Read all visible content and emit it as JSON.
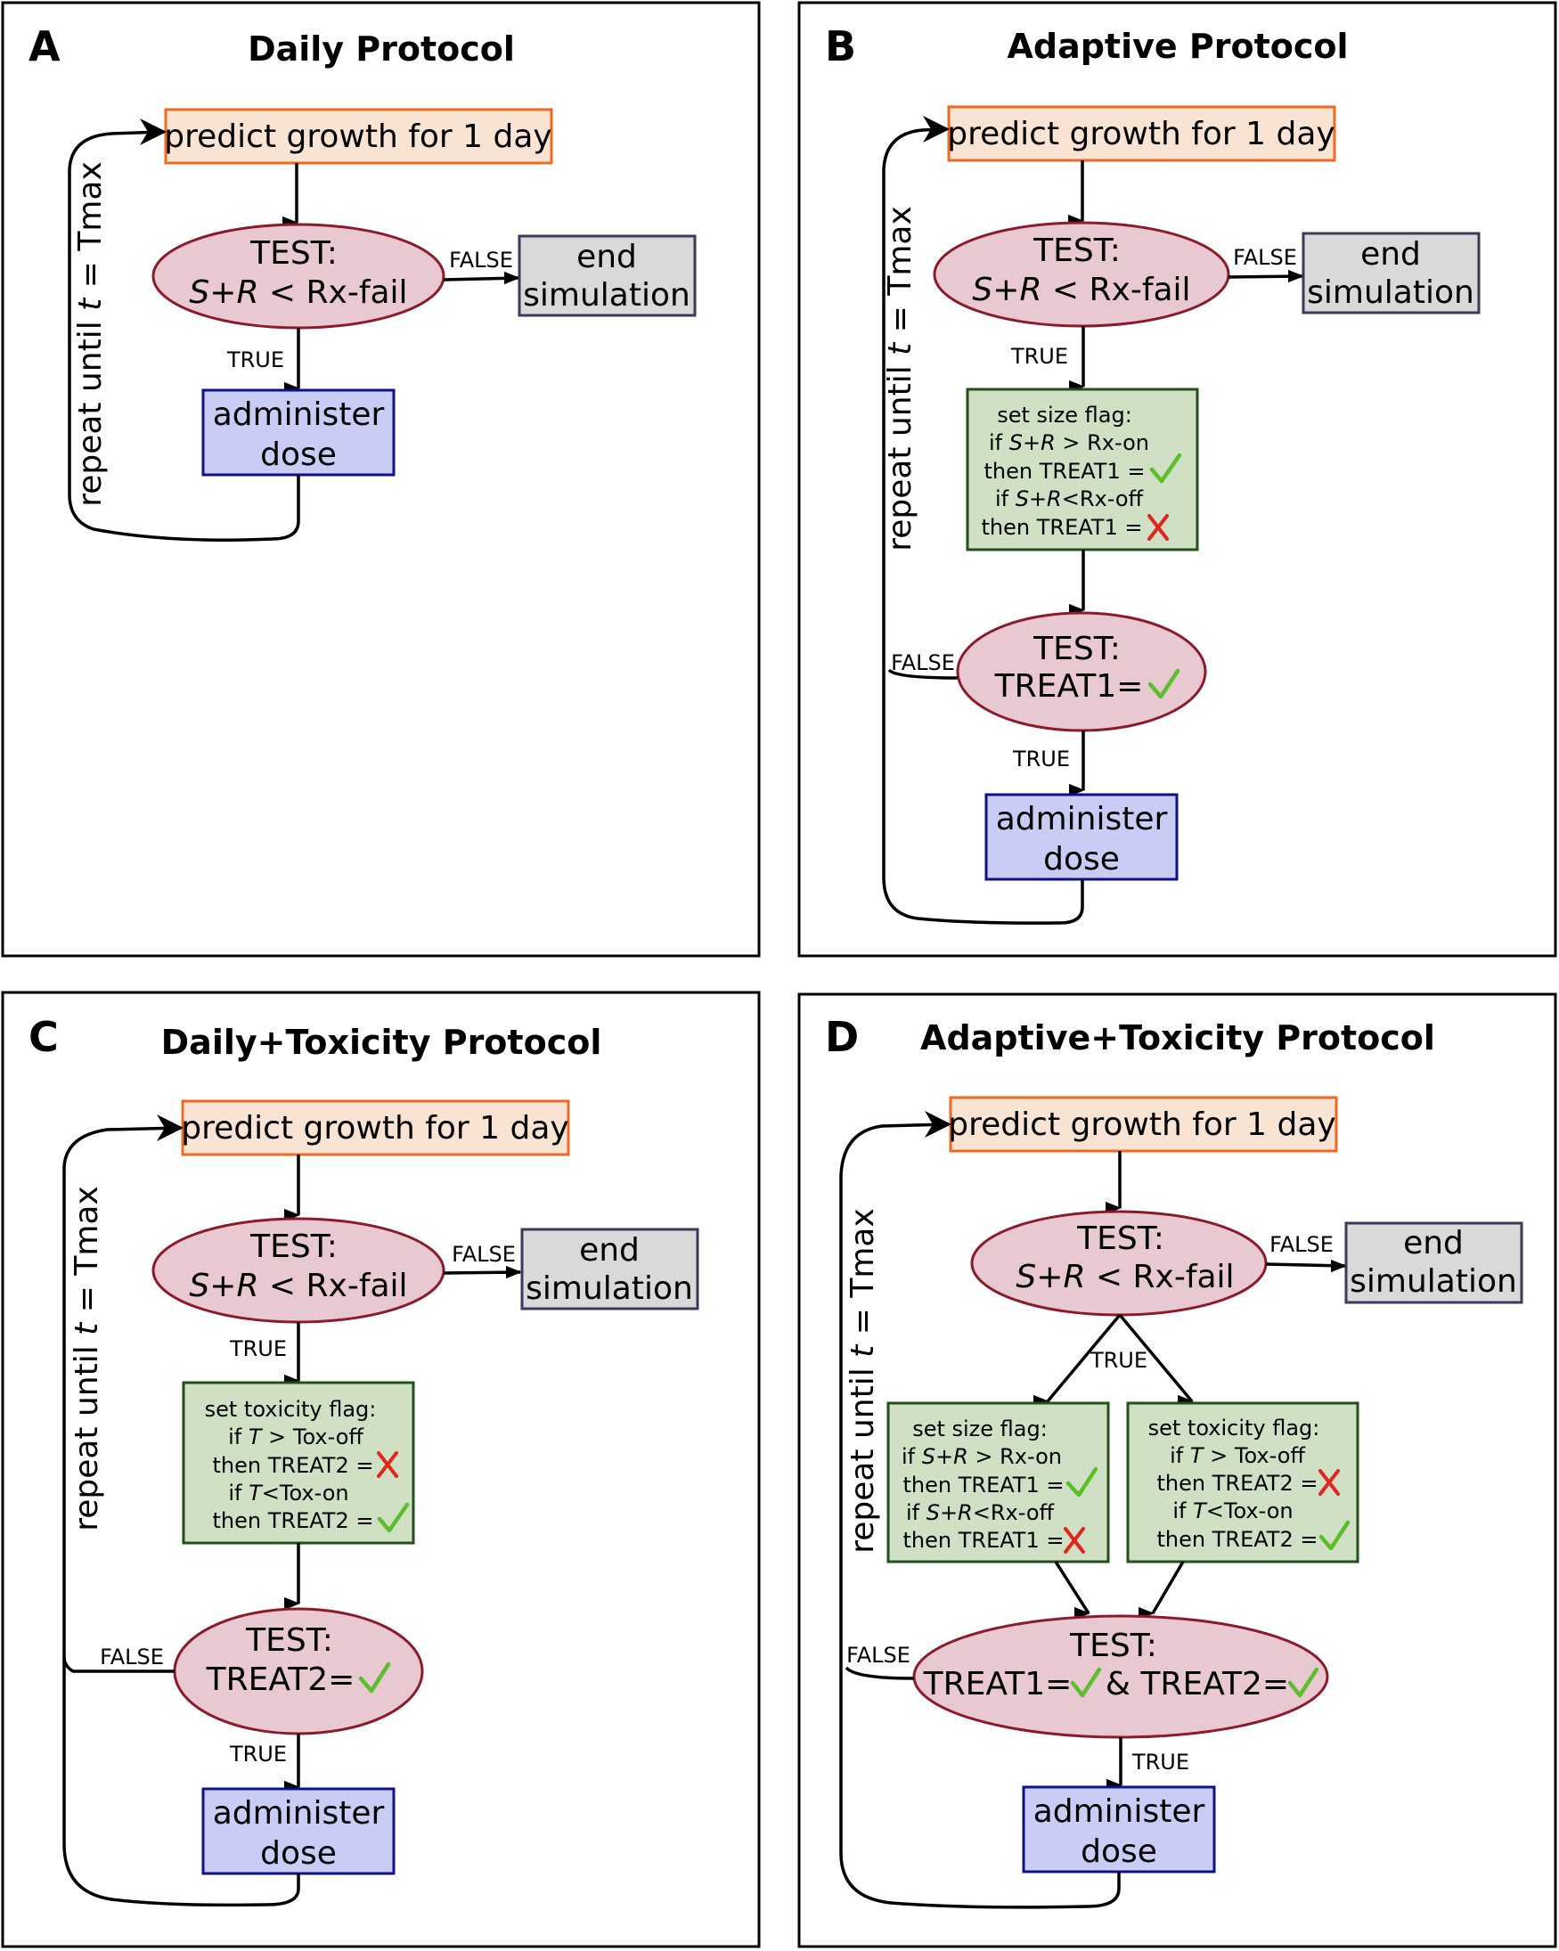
{
  "panels": {
    "a": {
      "letter": "A",
      "title": "Daily Protocol",
      "predict": "predict growth for 1 day",
      "test1_l1": "TEST:",
      "test1_sr": "S+R",
      "test1_rest": " < Rx-fail",
      "false1": "FALSE",
      "end_l1": "end",
      "end_l2": "simulation",
      "true1": "TRUE",
      "dose_l1": "administer",
      "dose_l2": "dose",
      "repeat": "repeat until",
      "repeat_t": "t",
      "repeat_tail": " = Tmax"
    },
    "b": {
      "letter": "B",
      "title": "Adaptive Protocol",
      "predict": "predict growth for 1 day",
      "test1_l1": "TEST:",
      "test1_sr": "S+R",
      "test1_rest": " < Rx-fail",
      "false1": "FALSE",
      "end_l1": "end",
      "end_l2": "simulation",
      "true1": "TRUE",
      "flag_title": "set size flag:",
      "flag_if1_pre": "if ",
      "flag_if1_sr": "S+R",
      "flag_if1_rest": " > Rx-on",
      "flag_then1": "then TREAT1 =",
      "flag_if2_pre": "if ",
      "flag_if2_sr": "S+R",
      "flag_if2_rest": "<Rx-off",
      "flag_then2": "then TREAT1 =",
      "test2_l1": "TEST:",
      "test2_l2": "TREAT1=",
      "false2": "FALSE",
      "true2": "TRUE",
      "dose_l1": "administer",
      "dose_l2": "dose",
      "repeat": "repeat until",
      "repeat_t": "t",
      "repeat_tail": " = Tmax"
    },
    "c": {
      "letter": "C",
      "title": "Daily+Toxicity Protocol",
      "predict": "predict growth for 1 day",
      "test1_l1": "TEST:",
      "test1_sr": "S+R",
      "test1_rest": " < Rx-fail",
      "false1": "FALSE",
      "end_l1": "end",
      "end_l2": "simulation",
      "true1": "TRUE",
      "flag_title": "set toxicity flag:",
      "flag_if1_pre": "if ",
      "flag_if1_t": "T",
      "flag_if1_rest": " > Tox-off",
      "flag_then1": "then TREAT2 =",
      "flag_if2_pre": "if ",
      "flag_if2_t": "T",
      "flag_if2_rest": "<Tox-on",
      "flag_then2": "then TREAT2 =",
      "test2_l1": "TEST:",
      "test2_l2": "TREAT2=",
      "false2": "FALSE",
      "true2": "TRUE",
      "dose_l1": "administer",
      "dose_l2": "dose",
      "repeat": "repeat until",
      "repeat_t": "t",
      "repeat_tail": " = Tmax"
    },
    "d": {
      "letter": "D",
      "title": "Adaptive+Toxicity Protocol",
      "predict": "predict growth for 1 day",
      "test1_l1": "TEST:",
      "test1_sr": "S+R",
      "test1_rest": " < Rx-fail",
      "false1": "FALSE",
      "end_l1": "end",
      "end_l2": "simulation",
      "true1": "TRUE",
      "size_title": "set size flag:",
      "size_if1_pre": "if ",
      "size_if1_sr": "S+R",
      "size_if1_rest": " > Rx-on",
      "size_then1": "then TREAT1 =",
      "size_if2_pre": "if ",
      "size_if2_sr": "S+R",
      "size_if2_rest": "<Rx-off",
      "size_then2": "then TREAT1 =",
      "tox_title": "set toxicity flag:",
      "tox_if1_pre": "if ",
      "tox_if1_t": "T",
      "tox_if1_rest": " > Tox-off",
      "tox_then1": "then TREAT2 =",
      "tox_if2_pre": "if ",
      "tox_if2_t": "T",
      "tox_if2_rest": "<Tox-on",
      "tox_then2": "then TREAT2 =",
      "test2_l1": "TEST:",
      "test2_a": "TREAT1=",
      "test2_b": "& TREAT2=",
      "false2": "FALSE",
      "true2": "TRUE",
      "dose_l1": "administer",
      "dose_l2": "dose",
      "repeat": "repeat until",
      "repeat_t": "t",
      "repeat_tail": " = Tmax"
    }
  },
  "colors": {
    "predict_fill": "#f9e4d3",
    "predict_stroke": "#ee6a22",
    "test_fill": "#e8c8d1",
    "test_stroke": "#8c1a2a",
    "end_fill": "#d9d9d9",
    "dose_fill": "#c9ccf5",
    "dose_stroke": "#10108a",
    "flag_fill": "#cfe0c4",
    "flag_stroke": "#23501a",
    "check": "#5bbf2b",
    "cross": "#e3261b"
  },
  "icons": [
    "arrowhead-icon",
    "check-icon",
    "cross-icon"
  ]
}
